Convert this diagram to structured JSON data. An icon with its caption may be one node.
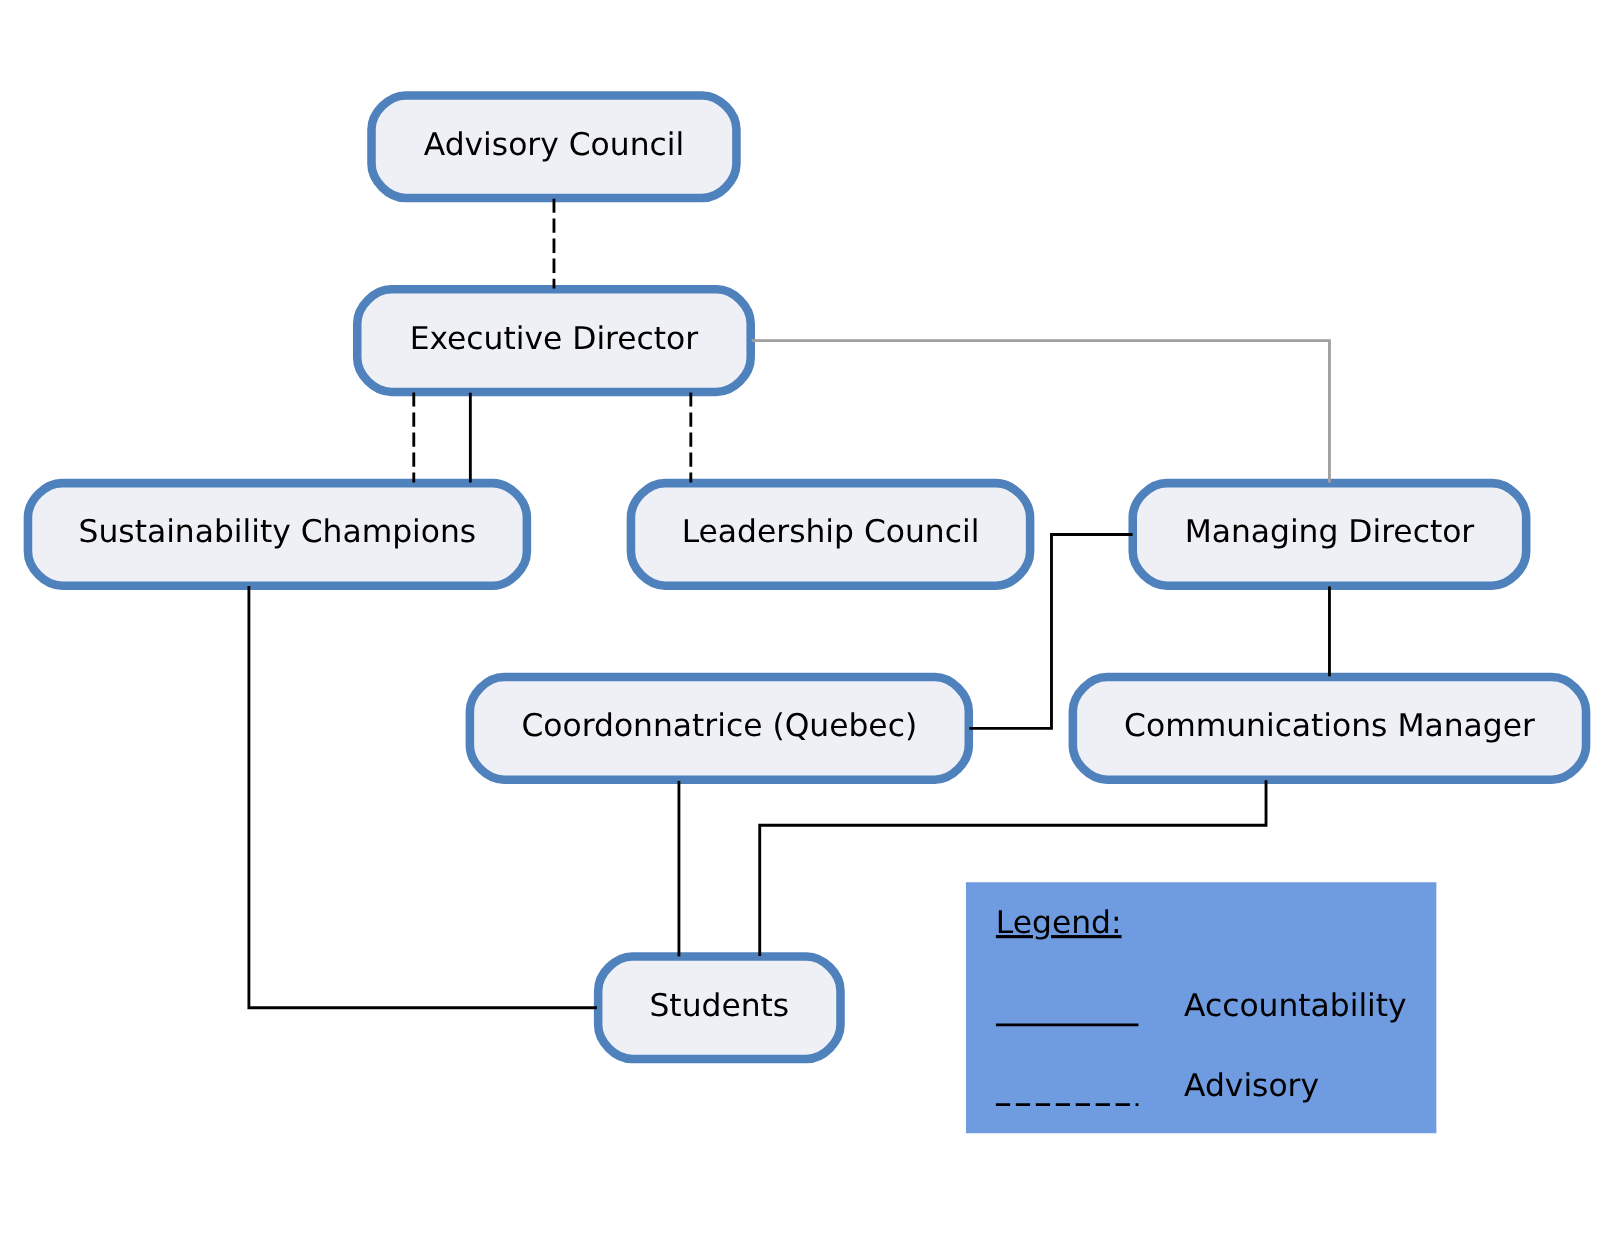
{
  "diagram": {
    "nodes": [
      {
        "text": [
          "Advisory Council"
        ]
      },
      {
        "text": [
          "Executive Director"
        ]
      },
      {
        "text": [
          "Sustainability Champions"
        ]
      },
      {
        "text": [
          "Leadership Council"
        ]
      },
      {
        "text": [
          "Managing Director"
        ]
      },
      {
        "text": [
          "Coordonnatrice (Quebec)"
        ]
      },
      {
        "text": [
          "Communications Manager"
        ]
      },
      {
        "text": [
          "Students"
        ]
      }
    ],
    "edges": [
      {
        "from": 0,
        "to": 1,
        "arrow": "none",
        "style": "dashed"
      },
      {
        "from": 1,
        "to": 2,
        "arrow": "none",
        "style": "dashed"
      },
      {
        "from": 1,
        "to": 3,
        "arrow": "none",
        "style": "dashed"
      },
      {
        "from": 2,
        "to": 1,
        "arrow": "none"
      },
      {
        "from": 1,
        "to": 4,
        "arrow": "none",
        "color": "#a0a0a0"
      },
      {
        "from": 4,
        "to": 5,
        "arrow": "none"
      },
      {
        "from": 4,
        "to": 6,
        "arrow": "none"
      },
      {
        "from": 5,
        "to": 7,
        "arrow": "none"
      },
      {
        "from": 2,
        "to": 7,
        "arrow": "none"
      },
      {
        "from": 6,
        "to": 7,
        "arrow": "none"
      }
    ],
    "labels": [
      "Legend:"
    ],
    "legend": [
      {
        "text": "Accountability"
      },
      {
        "text": "Advisory"
      }
    ]
  }
}
